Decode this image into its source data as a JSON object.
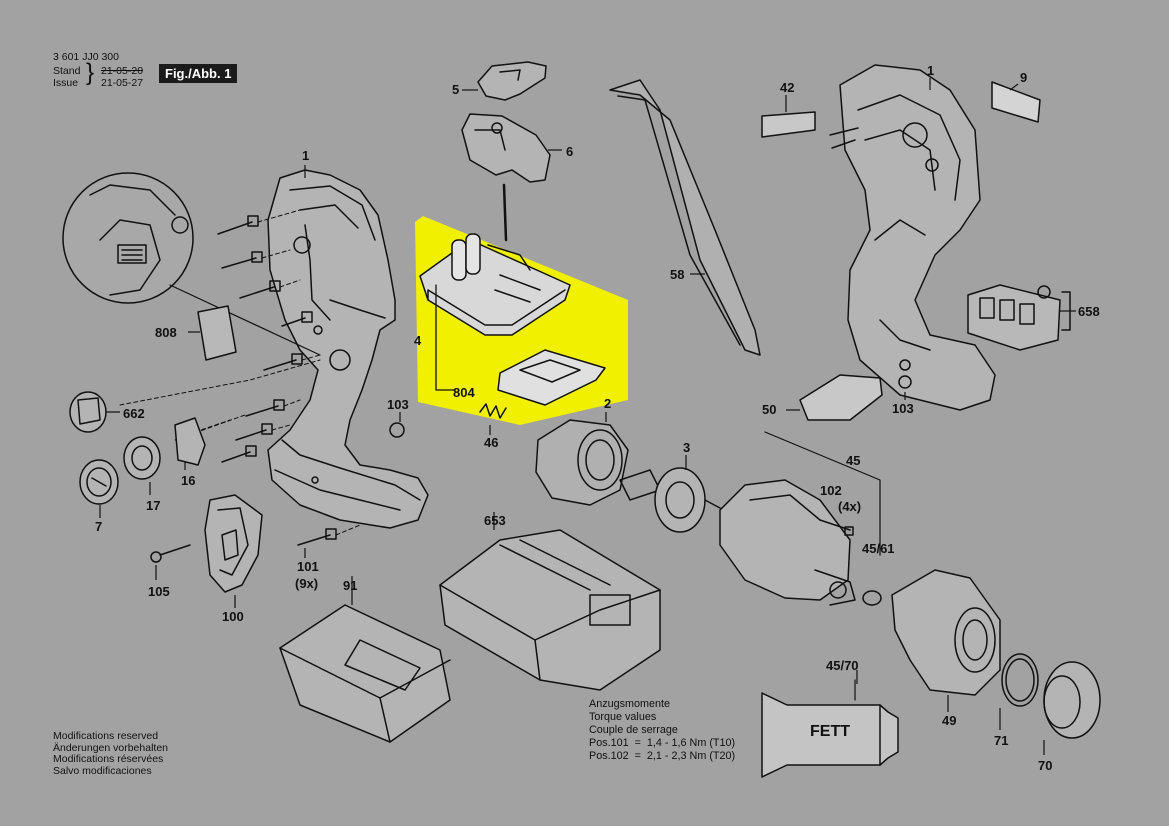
{
  "header": {
    "doc_number": "3 601 JJ0 300",
    "stand_label": "Stand",
    "stand_date": "21-05-20",
    "issue_label": "Issue",
    "issue_date": "21-05-27",
    "figure_label": "Fig./Abb. 1"
  },
  "modifications": [
    "Modifications reserved",
    "Änderungen vorbehalten",
    "Modifications réservées",
    "Salvo modificaciones"
  ],
  "torque": {
    "lines": [
      "Anzugsmomente",
      "Torque values",
      "Couple de serrage",
      "Pos.101  =  1,4 - 1,6 Nm (T10)",
      "Pos.102  =  2,1 - 2,3 Nm (T20)"
    ]
  },
  "grease_label": "FETT",
  "colors": {
    "background": "#a2a2a2",
    "highlight": "#f0f000",
    "line": "#111111"
  },
  "part_labels": {
    "p1_left": "1",
    "p1_right": "1",
    "p2": "2",
    "p3": "3",
    "p4": "4",
    "p5": "5",
    "p6": "6",
    "p7": "7",
    "p9": "9",
    "p16": "16",
    "p17": "17",
    "p42": "42",
    "p45": "45",
    "p45_61": "45/61",
    "p45_70": "45/70",
    "p46": "46",
    "p49": "49",
    "p50": "50",
    "p58": "58",
    "p70": "70",
    "p71": "71",
    "p91": "91",
    "p100": "100",
    "p101": "101",
    "p101_qty": "(9x)",
    "p102": "102",
    "p102_qty": "(4x)",
    "p103_left": "103",
    "p103_right": "103",
    "p105": "105",
    "p653": "653",
    "p658": "658",
    "p662": "662",
    "p804": "804",
    "p808": "808"
  }
}
